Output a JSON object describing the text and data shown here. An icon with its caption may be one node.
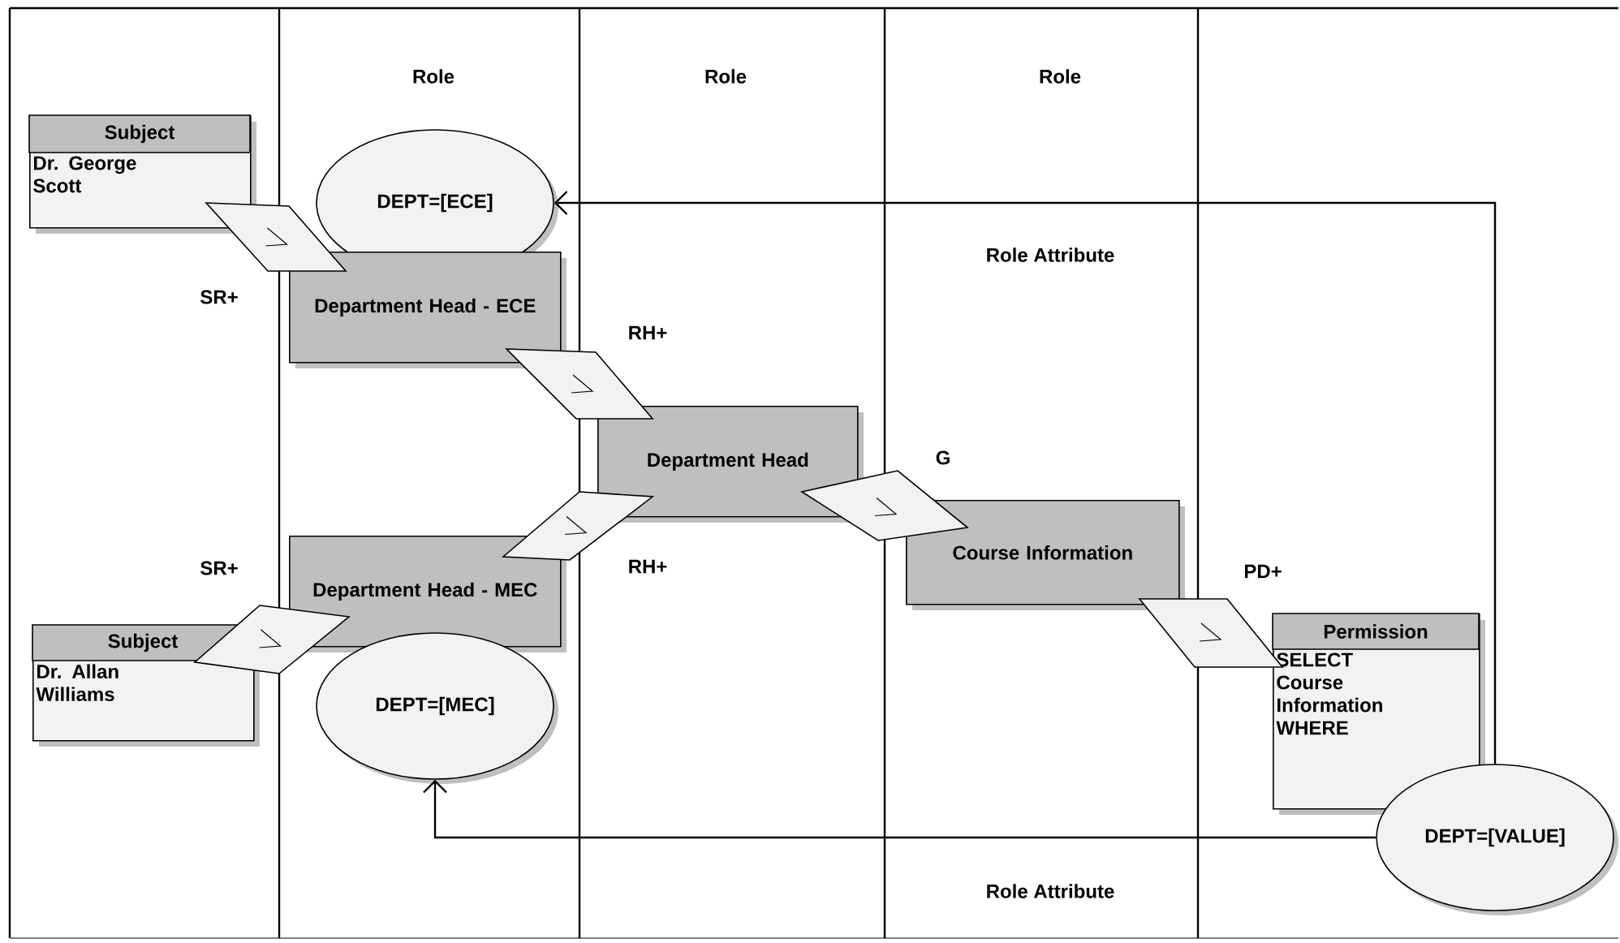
{
  "diagram": {
    "nodes": [
      {
        "text": [
          "Subject",
          "Dr. George Scott"
        ]
      },
      {
        "text": [
          "DEPT=[ECE]"
        ]
      },
      {
        "text": [
          "Department Head - ECE"
        ]
      },
      {
        "text": [
          "Department Head"
        ]
      },
      {
        "text": [
          "Department Head - MEC"
        ]
      },
      {
        "text": [
          "Subject",
          "Dr. Allan Williams"
        ]
      },
      {
        "text": [
          "DEPT=[MEC]"
        ]
      },
      {
        "text": [
          "Course Information"
        ]
      },
      {
        "text": [
          "Permission",
          "SELECT Course Information WHERE"
        ]
      },
      {
        "text": [
          "DEPT=[VALUE]"
        ]
      },
      {
        "text": [],
        "shape": "parallelogram"
      },
      {
        "text": [],
        "shape": "parallelogram"
      },
      {
        "text": [],
        "shape": "parallelogram"
      },
      {
        "text": [],
        "shape": "parallelogram"
      },
      {
        "text": [],
        "shape": "parallelogram"
      },
      {
        "text": [],
        "shape": "parallelogram"
      }
    ],
    "edges": [
      {
        "from": 9,
        "to": 1,
        "arrow": "to"
      },
      {
        "from": 9,
        "to": 6,
        "arrow": "to"
      }
    ],
    "labels": [
      "Role",
      "Role",
      "Role",
      "Role Attribute",
      "SR+",
      "RH+",
      "G",
      "SR+",
      "RH+",
      "PD+",
      "Role Attribute"
    ]
  }
}
